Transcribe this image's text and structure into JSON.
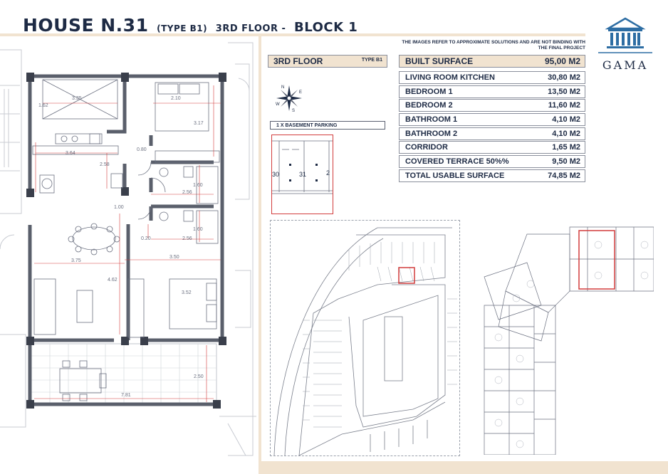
{
  "header": {
    "title_main": "HOUSE N.31",
    "title_type": "(TYPE B1)",
    "title_floor": "3RD FLOOR -",
    "title_block": "BLOCK 1"
  },
  "disclaimer": "THE IMAGES REFER TO APPROXIMATE SOLUTIONS AND ARE NOT BINDING WITH THE FINAL PROJECT",
  "logo": {
    "name": "GAMA",
    "icon": "temple-icon",
    "color": "#2d6da3"
  },
  "floor_box": {
    "floor": "3RD FLOOR",
    "type": "TYPE B1",
    "parking": "1 X BASEMENT PARKING"
  },
  "parking_numbers": [
    "30",
    "31",
    "2"
  ],
  "compass": {
    "north": "N",
    "south": "S",
    "east": "E",
    "west": "W"
  },
  "surfaces": {
    "built": {
      "label": "BUILT SURFACE",
      "value": "95,00 M2"
    },
    "rooms": [
      {
        "label": "LIVING ROOM KITCHEN",
        "value": "30,80 M2"
      },
      {
        "label": "BEDROOM 1",
        "value": "13,50 M2"
      },
      {
        "label": "BEDROOM 2",
        "value": "11,60 M2"
      },
      {
        "label": "BATHROOM 1",
        "value": "4,10 M2"
      },
      {
        "label": "BATHROOM 2",
        "value": "4,10 M2"
      },
      {
        "label": "CORRIDOR",
        "value": "1,65 M2"
      },
      {
        "label": "COVERED TERRACE 50%%",
        "value": "9,50 M2"
      },
      {
        "label": "TOTAL USABLE SURFACE",
        "value": "74,85 M2"
      }
    ]
  },
  "dimensions": {
    "d_335": "3.35",
    "d_162": "1.62",
    "d_210": "2.10",
    "d_317": "3.17",
    "d_364": "3.64",
    "d_258": "2.58",
    "d_080": "0.80",
    "d_256": "2.56",
    "d_160a": "1.60",
    "d_100": "1.00",
    "d_160b": "1.60",
    "d_020": "0.20",
    "d_256b": "2.56",
    "d_375": "3.75",
    "d_350": "3.50",
    "d_462": "4.62",
    "d_352": "3.52",
    "d_250": "2.50",
    "d_781": "7.81"
  },
  "colors": {
    "accent": "#f1e3d0",
    "navy": "#1d2a44",
    "highlight": "#d23c3c"
  }
}
